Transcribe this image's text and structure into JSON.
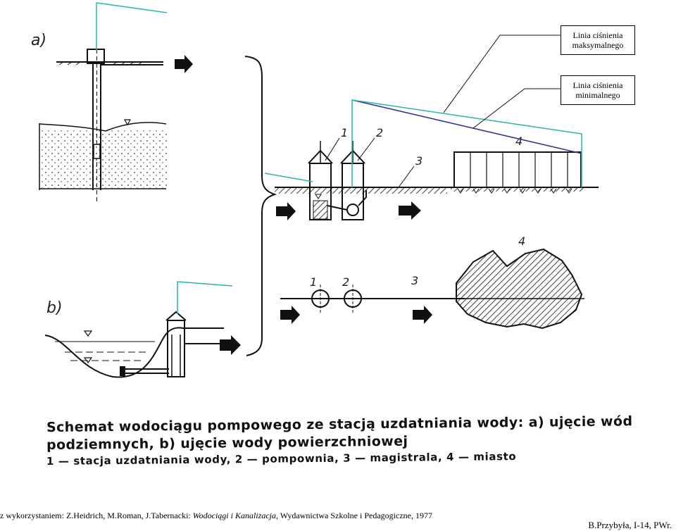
{
  "callouts": {
    "max_pressure_line": "Linia ciśnienia maksymalnego",
    "min_pressure_line": "Linia ciśnienia minimalnego"
  },
  "panel_labels": {
    "a": "a)",
    "b": "b)"
  },
  "element_numbers": {
    "n1": "1",
    "n2": "2",
    "n3": "3",
    "n4": "4"
  },
  "caption": {
    "line1": "Schemat wodociągu pompowego ze stacją uzdatniania wody: a) ujęcie wód",
    "line2": "podziemnych, b) ujęcie wody powierzchniowej",
    "line3": "1 — stacja uzdatniania wody, 2 — pompownia, 3 — magistrala, 4 — miasto"
  },
  "source": {
    "prefix": "z wykorzystaniem: Z.Heidrich, M.Roman, J.Tabernacki: ",
    "title": "Wodociągi i Kanalizacja",
    "suffix": ", Wydawnictwa Szkolne i Pedagogiczne, 1977"
  },
  "author": "B.Przybyła, I-14, PWr.",
  "colors": {
    "callout_lines": "#2bb5a5",
    "pressure_line": "#333399",
    "drawing": "#111111"
  }
}
